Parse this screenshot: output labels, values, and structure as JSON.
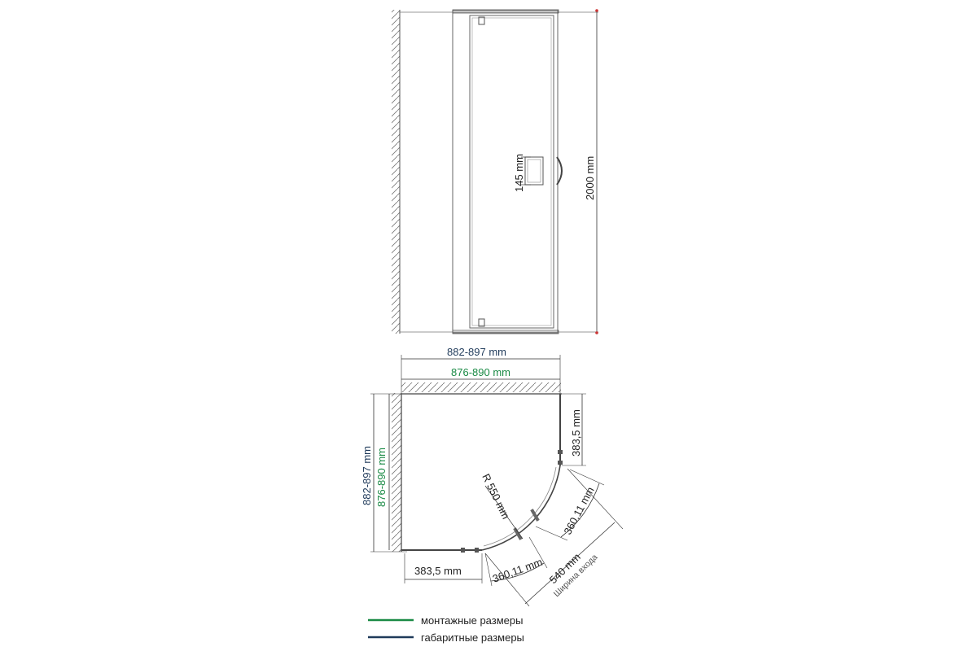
{
  "front_view": {
    "height_label": "2000 mm",
    "handle_label": "145 mm"
  },
  "plan_view": {
    "width_overall": "882-897 mm",
    "width_install": "876-890 mm",
    "depth_overall": "882-897 mm",
    "depth_install": "876-890 mm",
    "fixed_right": "383,5 mm",
    "fixed_bottom": "383,5 mm",
    "radius": "R 550 mm",
    "curve_right": "360,11 mm",
    "curve_bottom": "360,11 mm",
    "entry_width": "540 mm",
    "entry_note": "Ширина входа"
  },
  "legend": {
    "items": [
      {
        "label": "монтажные размеры",
        "color": "#1a8a45"
      },
      {
        "label": "габаритные размеры",
        "color": "#1f3a5a"
      }
    ]
  }
}
